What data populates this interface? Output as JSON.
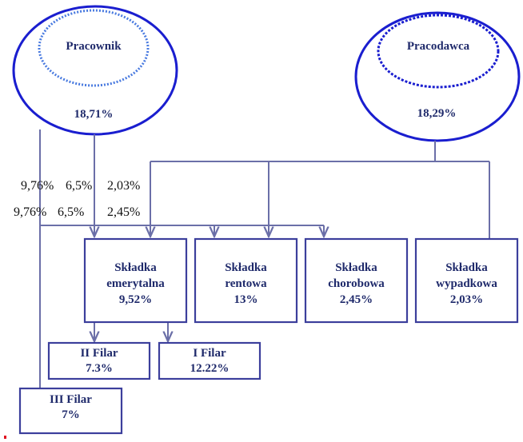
{
  "colors": {
    "ellipse": "#1a1ecf",
    "inner_pracownik": "#4a7be0",
    "inner_pracodawca": "#1a1ecf",
    "box": "#3c3f9c",
    "line": "#6b6fa8",
    "text": "#1f2a6b"
  },
  "pracownik": {
    "label": "Pracownik",
    "percent": "18,71%"
  },
  "pracodawca": {
    "label": "Pracodawca",
    "percent": "18,29%"
  },
  "rates": {
    "row1": [
      "9,76%",
      "6,5%",
      "2,03%"
    ],
    "row2": [
      "9,76%",
      "6,5%",
      "2,45%"
    ]
  },
  "boxes": {
    "emerytalna": {
      "line1": "Składka",
      "line2": "emerytalna",
      "line3": "9,52%"
    },
    "rentowa": {
      "line1": "Składka",
      "line2": "rentowa",
      "line3": "13%"
    },
    "chorobowa": {
      "line1": "Składka",
      "line2": "chorobowa",
      "line3": "2,45%"
    },
    "wypadkowa": {
      "line1": "Składka",
      "line2": "wypadkowa",
      "line3": "2,03%"
    },
    "filar2": {
      "line1": "II Filar",
      "line2": "7.3%"
    },
    "filar1": {
      "line1": "I Filar",
      "line2": "12.22%"
    },
    "filar3": {
      "line1": "III Filar",
      "line2": "7%"
    }
  }
}
